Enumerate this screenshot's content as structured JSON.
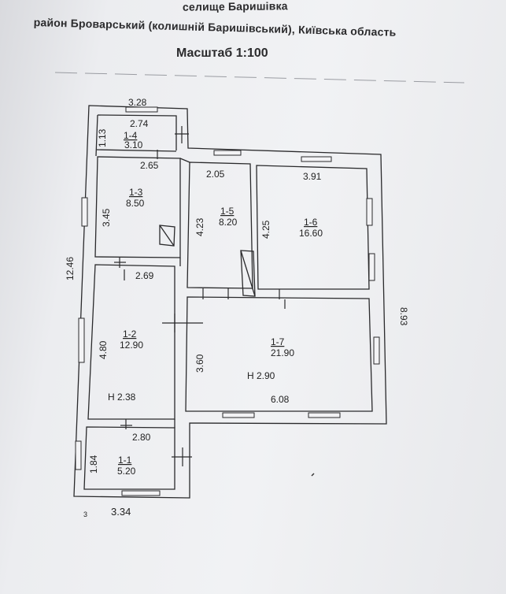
{
  "header": {
    "line1": "селище Баришівка",
    "line2": "район Броварський (колишній Баришівський), Київська область",
    "scale": "Масштаб 1:100"
  },
  "plan": {
    "rooms": [
      {
        "id": "1-1",
        "area": "5.20"
      },
      {
        "id": "1-2",
        "area": "12.90"
      },
      {
        "id": "1-3",
        "area": "8.50"
      },
      {
        "id": "1-4",
        "area": "3.10"
      },
      {
        "id": "1-5",
        "area": "8.20"
      },
      {
        "id": "1-6",
        "area": "16.60"
      },
      {
        "id": "1-7",
        "area": "21.90"
      }
    ],
    "dimensions": {
      "top_width": "3.28",
      "porch_inner_width": "2.74",
      "porch_height": "1.13",
      "room3_width": "2.65",
      "room3_height": "3.45",
      "room5_width": "2.05",
      "room5_height": "4.23",
      "room6_width": "3.91",
      "room6_height": "4.25",
      "total_height": "12.46",
      "right_height": "8.93",
      "room2_width": "2.69",
      "room2_height": "4.80",
      "room7_height": "3.60",
      "room7_width": "6.08",
      "room1_width": "2.80",
      "room1_height": "1.84",
      "bottom_width": "3.34"
    },
    "ceiling_heights": {
      "room2": "Н 2.38",
      "room7": "Н 2.90"
    },
    "corner_mark": "3"
  }
}
